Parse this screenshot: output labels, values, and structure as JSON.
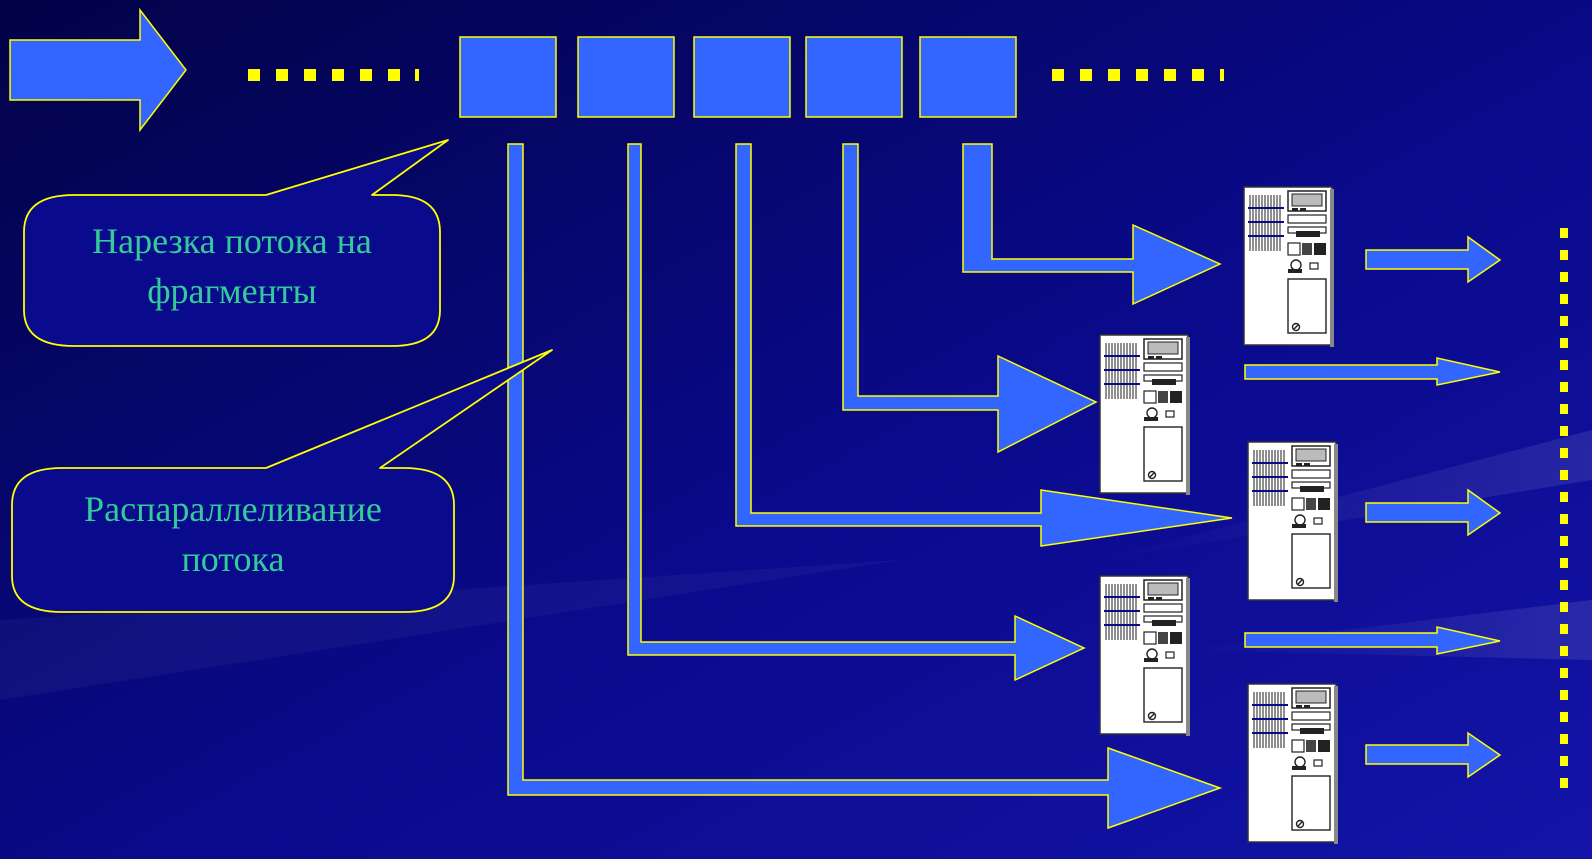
{
  "colors": {
    "background": "#08088a",
    "background_dark": "#020247",
    "block_fill": "#3366ff",
    "outline": "#ffff00",
    "dash": "#ffff00",
    "label_text": "#33cc99",
    "callout_fill": "#0a0a8c"
  },
  "callouts": [
    {
      "lines": [
        "Нарезка потока на",
        "фрагменты"
      ]
    },
    {
      "lines": [
        "Распараллеливание",
        "потока"
      ]
    }
  ],
  "icons": {
    "input_arrow": "right-arrow-icon",
    "server": "server-tower-icon"
  },
  "diagram": {
    "fragment_count": 5,
    "server_count": 5,
    "output_count": 5
  }
}
